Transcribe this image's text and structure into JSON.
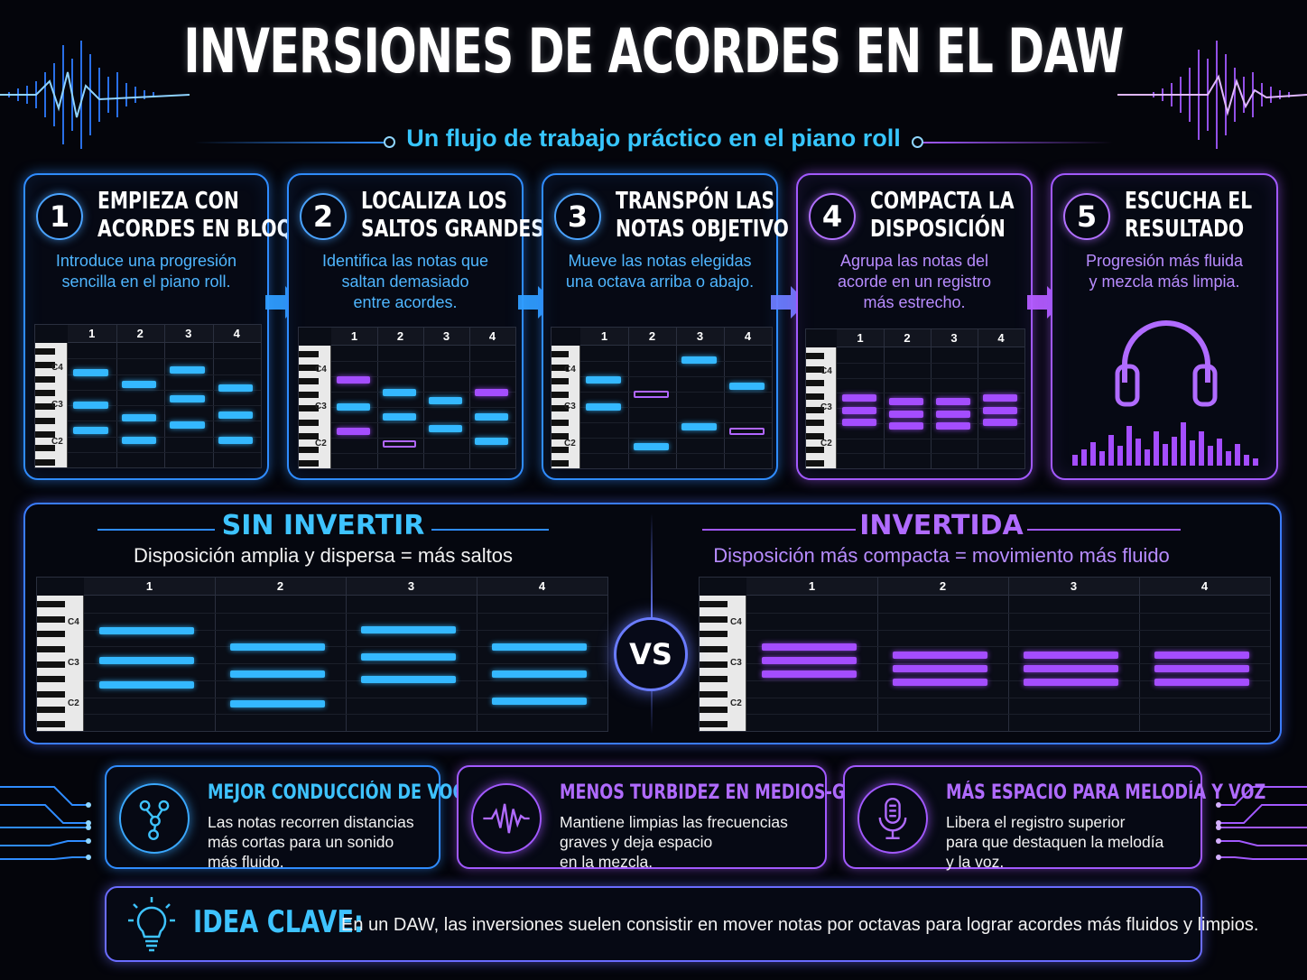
{
  "title": "INVERSIONES DE ACORDES EN EL DAW",
  "subtitle": "Un flujo de trabajo práctico en el piano roll",
  "steps": [
    {
      "num": "1",
      "title": "EMPIEZA CON\nACORDES EN BLOQUE",
      "desc": "Introduce una progresión\nsencilla en el piano roll."
    },
    {
      "num": "2",
      "title": "LOCALIZA LOS\nSALTOS GRANDES",
      "desc": "Identifica las notas que\nsaltan demasiado\nentre acordes."
    },
    {
      "num": "3",
      "title": "TRANSPÓN LAS\nNOTAS OBJETIVO",
      "desc": "Mueve las notas elegidas\nuna octava arriba o abajo."
    },
    {
      "num": "4",
      "title": "COMPACTA LA\nDISPOSICIÓN",
      "desc": "Agrupa las notas del\nacorde en un registro\nmás estrecho."
    },
    {
      "num": "5",
      "title": "ESCUCHA EL\nRESULTADO",
      "desc": "Progresión más fluida\ny mezcla más limpia."
    }
  ],
  "roll": {
    "bars": [
      "1",
      "2",
      "3",
      "4"
    ],
    "key_labels": [
      "C4",
      "C3",
      "C2"
    ]
  },
  "compare": {
    "left_title": "SIN INVERTIR",
    "left_sub": "Disposición amplia y dispersa = más saltos",
    "right_title": "INVERTIDA",
    "right_sub": "Disposición más compacta = movimiento más fluido",
    "vs": "VS"
  },
  "benefits": [
    {
      "title": "MEJOR CONDUCCIÓN DE VOCES",
      "desc": "Las notas recorren distancias\nmás cortas para un sonido\nmás fluido.",
      "icon": "voice-leading-icon"
    },
    {
      "title": "MENOS TURBIDEZ EN MEDIOS-GRAVES",
      "desc": "Mantiene limpias las frecuencias\ngraves y deja espacio\nen la mezcla.",
      "icon": "waveform-icon"
    },
    {
      "title": "MÁS ESPACIO PARA MELODÍA Y VOZ",
      "desc": "Libera el registro superior\npara que destaquen la melodía\ny la voz.",
      "icon": "microphone-icon"
    }
  ],
  "key_idea": {
    "title": "IDEA CLAVE:",
    "text": "En un DAW, las inversiones suelen consistir en mover notas por octavas para lograr acordes más fluidos y limpios.",
    "icon": "lightbulb-icon"
  },
  "colors": {
    "blue": "#34b8ff",
    "purple": "#a44dff",
    "cyan_text": "#37c6ff"
  }
}
